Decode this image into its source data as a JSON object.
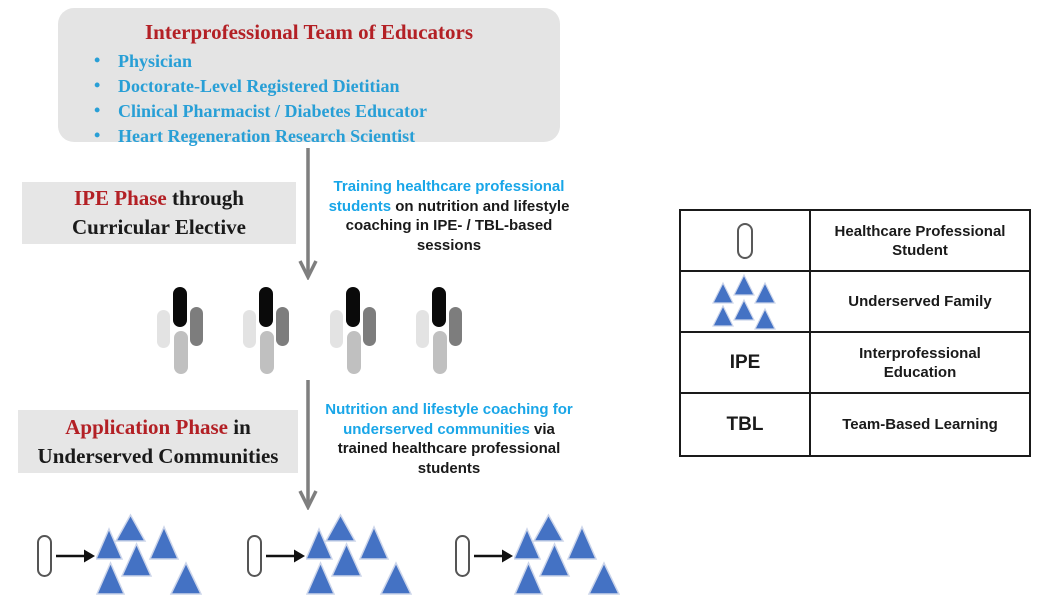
{
  "colors": {
    "heading_red": "#b32025",
    "serif_blue": "#289fd6",
    "sans_blue": "#19a6e8",
    "triangle_blue": "#4472c4",
    "box_gray": "#e4e4e4",
    "arrow_gray": "#7f7f7f"
  },
  "educators_box": {
    "title": "Interprofessional Team of Educators",
    "items": [
      "Physician",
      "Doctorate-Level Registered Dietitian",
      "Clinical Pharmacist / Diabetes Educator",
      "Heart Regeneration Research Scientist"
    ]
  },
  "phase1": {
    "red": "IPE Phase",
    "rest": " through",
    "line2": "Curricular Elective"
  },
  "phase2": {
    "red": "Application Phase",
    "rest": " in",
    "line2": "Underserved Communities"
  },
  "flow_text1": {
    "blue": "Training healthcare professional students",
    "black": " on nutrition and lifestyle coaching in IPE- / TBL-based sessions"
  },
  "flow_text2": {
    "blue": "Nutrition and lifestyle coaching for underserved communities",
    "black": " via trained healthcare professional students"
  },
  "legend": {
    "rows": [
      {
        "icon": "student-pill-icon",
        "label": "Healthcare Professional Student"
      },
      {
        "icon": "family-triangles-icon",
        "label": "Underserved Family"
      },
      {
        "abbr": "IPE",
        "label": "Interprofessional Education"
      },
      {
        "abbr": "TBL",
        "label": "Team-Based Learning"
      }
    ]
  }
}
